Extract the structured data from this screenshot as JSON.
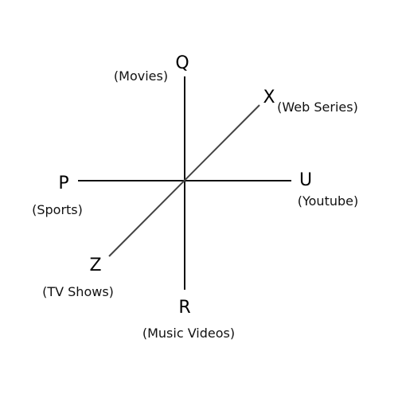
{
  "nodes": {
    "q": {
      "letter": "Q",
      "desc": "(Movies)"
    },
    "x": {
      "letter": "X",
      "desc": "(Web Series)"
    },
    "p": {
      "letter": "P",
      "desc": "(Sports)"
    },
    "u": {
      "letter": "U",
      "desc": "(Youtube)"
    },
    "z": {
      "letter": "Z",
      "desc": "(TV Shows)"
    },
    "r": {
      "letter": "R",
      "desc": "(Music Videos)"
    }
  }
}
